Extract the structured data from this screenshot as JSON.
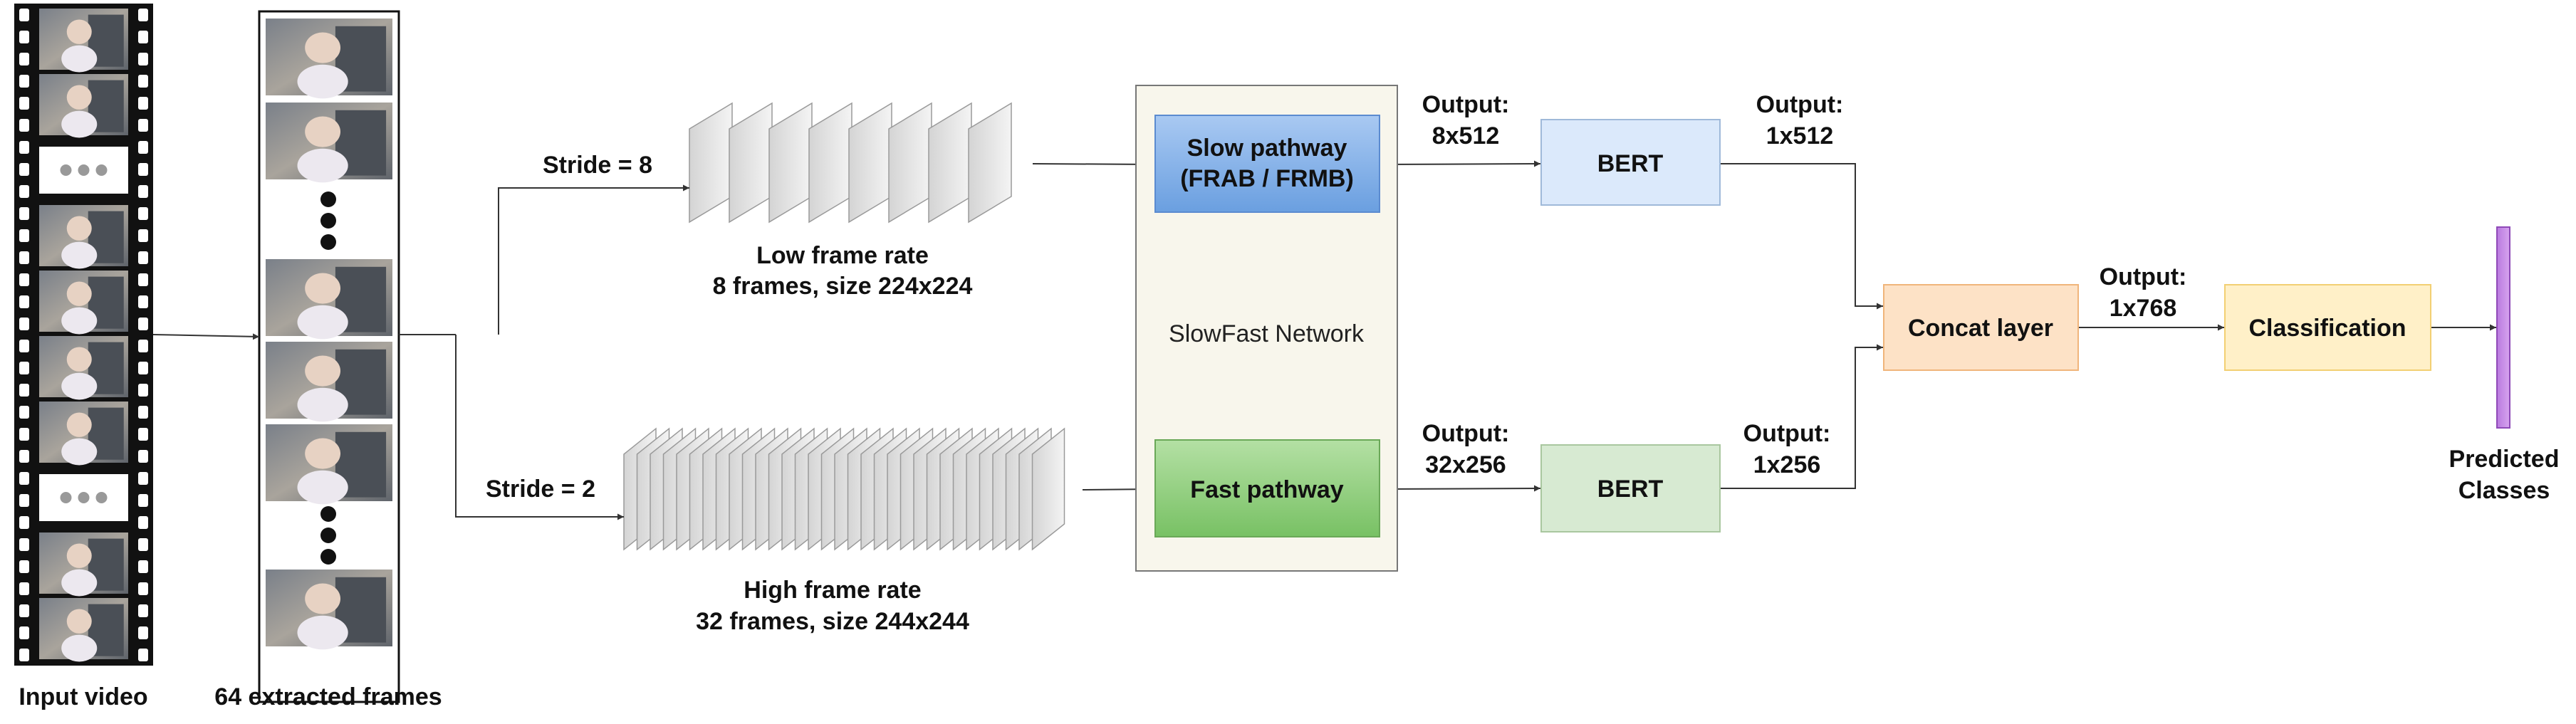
{
  "labels": {
    "input_video": "Input video",
    "extracted_frames": "64 extracted frames",
    "stride_slow": "Stride = 8",
    "stride_fast": "Stride = 2",
    "low_rate_line1": "Low frame rate",
    "low_rate_line2": "8 frames, size 224x224",
    "high_rate_line1": "High frame rate",
    "high_rate_line2": "32 frames, size 244x244",
    "network": "SlowFast Network",
    "slow_pathway_line1": "Slow pathway",
    "slow_pathway_line2": "(FRAB / FRMB)",
    "fast_pathway": "Fast pathway",
    "out_slow_line1": "Output:",
    "out_slow_line2": "8x512",
    "out_fast_line1": "Output:",
    "out_fast_line2": "32x256",
    "bert_top": "BERT",
    "bert_bottom": "BERT",
    "out_bert_top_line1": "Output:",
    "out_bert_top_line2": "1x512",
    "out_bert_bottom_line1": "Output:",
    "out_bert_bottom_line2": "1x256",
    "concat": "Concat layer",
    "out_concat_line1": "Output:",
    "out_concat_line2": "1x768",
    "classification": "Classification",
    "predicted_line1": "Predicted",
    "predicted_line2": "Classes"
  },
  "colors": {
    "slow_box": "#7faee6",
    "fast_box": "#8fcf7a",
    "bert_top": "#dbe9fb",
    "bert_bottom": "#d7ead2",
    "concat": "#fde2c6",
    "classification": "#fff0c8",
    "output_bar": "#c58be6",
    "network_bg": "#f8f6ec"
  }
}
